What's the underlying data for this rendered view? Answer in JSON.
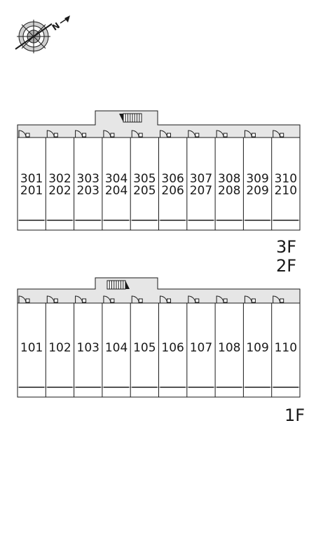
{
  "compass": {
    "icon": "compass-rose-icon",
    "north_label": "N"
  },
  "upper_building": {
    "units_top": [
      "301",
      "302",
      "303",
      "304",
      "305",
      "306",
      "307",
      "308",
      "309",
      "310"
    ],
    "units_bottom": [
      "201",
      "202",
      "203",
      "204",
      "205",
      "206",
      "207",
      "208",
      "209",
      "210"
    ],
    "floor_labels": [
      "3F",
      "2F"
    ]
  },
  "lower_building": {
    "units": [
      "101",
      "102",
      "103",
      "104",
      "105",
      "106",
      "107",
      "108",
      "109",
      "110"
    ],
    "floor_labels": [
      "1F"
    ]
  },
  "colors": {
    "walkway": "#e6e6e6",
    "line": "#1a1a1a",
    "background": "#ffffff"
  }
}
